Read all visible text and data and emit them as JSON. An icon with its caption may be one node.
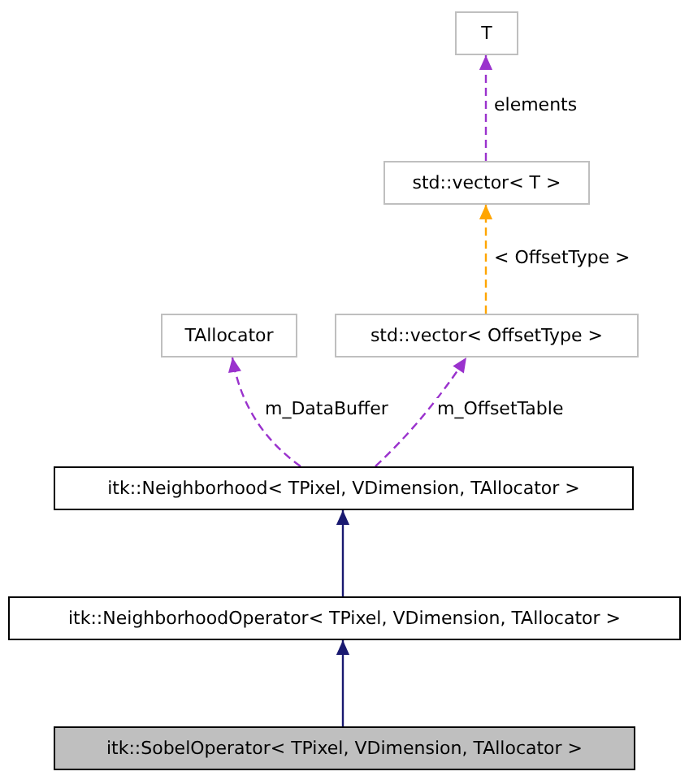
{
  "diagram": {
    "nodes": [
      {
        "text": [
          "T"
        ]
      },
      {
        "text": [
          "std::vector< T >"
        ]
      },
      {
        "text": [
          "TAllocator"
        ]
      },
      {
        "text": [
          "std::vector< OffsetType >"
        ]
      },
      {
        "text": [
          "itk::Neighborhood< TPixel, VDimension, TAllocator >"
        ]
      },
      {
        "text": [
          "itk::NeighborhoodOperator< TPixel, VDimension, TAllocator >"
        ]
      },
      {
        "text": [
          "itk::SobelOperator< TPixel, VDimension, TAllocator >"
        ]
      }
    ],
    "edges": [
      {
        "from": 1,
        "to": 0,
        "arrow": "to",
        "label": "elements",
        "style": "dashed",
        "color": "#9a32cd"
      },
      {
        "from": 3,
        "to": 1,
        "arrow": "to",
        "label": "< OffsetType >",
        "style": "dashed",
        "color": "#ffa500"
      },
      {
        "from": 4,
        "to": 2,
        "arrow": "to",
        "label": "m_DataBuffer",
        "style": "dashed",
        "color": "#9a32cd"
      },
      {
        "from": 4,
        "to": 3,
        "arrow": "to",
        "label": "m_OffsetTable",
        "style": "dashed",
        "color": "#9a32cd"
      },
      {
        "from": 5,
        "to": 4,
        "arrow": "to",
        "color": "#191970"
      },
      {
        "from": 6,
        "to": 5,
        "arrow": "to",
        "color": "#191970"
      }
    ]
  }
}
